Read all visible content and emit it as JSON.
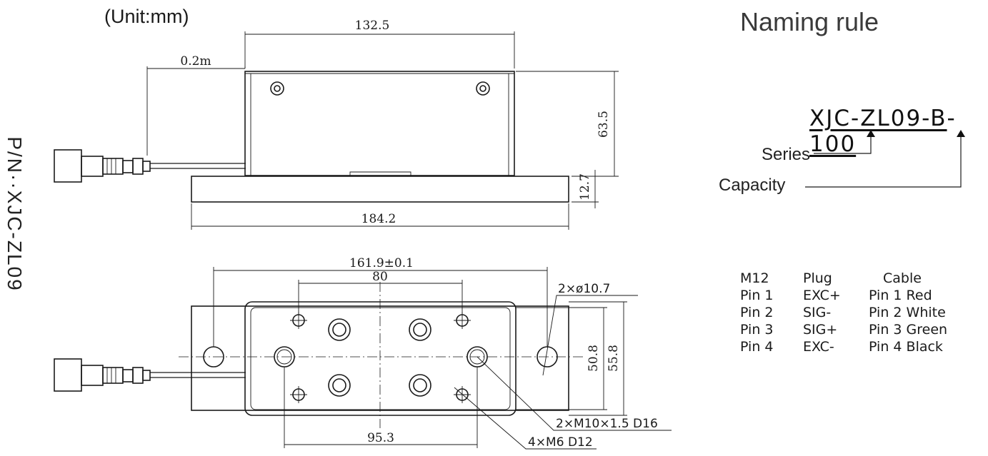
{
  "unit_label": "(Unit:mm)",
  "part_number": "P/N··XJC-ZL09",
  "naming": {
    "title": "Naming rule",
    "code_series": "XJC-ZL09-B",
    "code_sep": "-",
    "code_capacity": "100",
    "series_label": "Series",
    "capacity_label": "Capacity"
  },
  "side_view": {
    "dim_length_top": "132.5",
    "dim_cable": "0.2m",
    "dim_height": "63.5",
    "dim_base_height": "12.7",
    "dim_base_length": "184.2"
  },
  "top_view": {
    "dim_hole_span": "161.9±0.1",
    "dim_inner_span": "80",
    "dim_lower_span": "95.3",
    "dim_width_inner": "50.8",
    "dim_width_outer": "55.8",
    "callout_dia": "2×ø10.7",
    "callout_m10": "2×M10×1.5 D16",
    "callout_m6": "4×M6 D12"
  },
  "pin_table": {
    "headers": [
      "M12",
      "Plug",
      "Cable"
    ],
    "rows": [
      [
        "Pin 1",
        "EXC+",
        "Pin  1   Red"
      ],
      [
        "Pin 2",
        "SIG-",
        "Pin  2 White"
      ],
      [
        "Pin 3",
        "SIG+",
        "Pin  3 Green"
      ],
      [
        "Pin 4",
        "EXC-",
        "Pin  4 Black"
      ]
    ]
  }
}
